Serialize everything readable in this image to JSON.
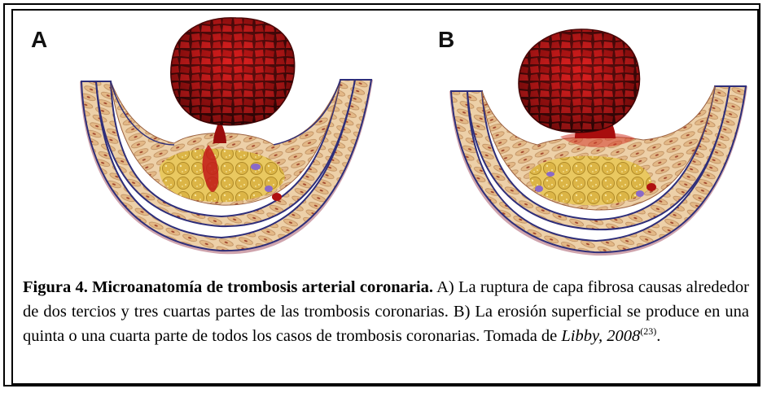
{
  "panels": {
    "a_label": "A",
    "b_label": "B"
  },
  "caption": {
    "title": "Figura 4. Microanatomía de trombosis arterial coronaria.",
    "body": " A) La ruptura de capa fibrosa causas alrededor de dos tercios y tres cuartas partes de las trombosis coronarias. B) La erosión superficial se produce en una quinta o una cuarta parte de todos los casos de trombosis coronarias. Tomada de ",
    "citation_author": "Libby, 2008",
    "citation_ref": "(23)",
    "end": "."
  },
  "colors": {
    "thrombus": "#b01010",
    "thrombus_dark": "#3a0505",
    "wall": "#e8c49a",
    "lipid": "#d8b040",
    "lamina": "#3a3a8a",
    "adventitia": "#a06070"
  },
  "icons": {
    "a": "coronary-plaque-rupture-illustration",
    "b": "coronary-plaque-erosion-illustration"
  }
}
